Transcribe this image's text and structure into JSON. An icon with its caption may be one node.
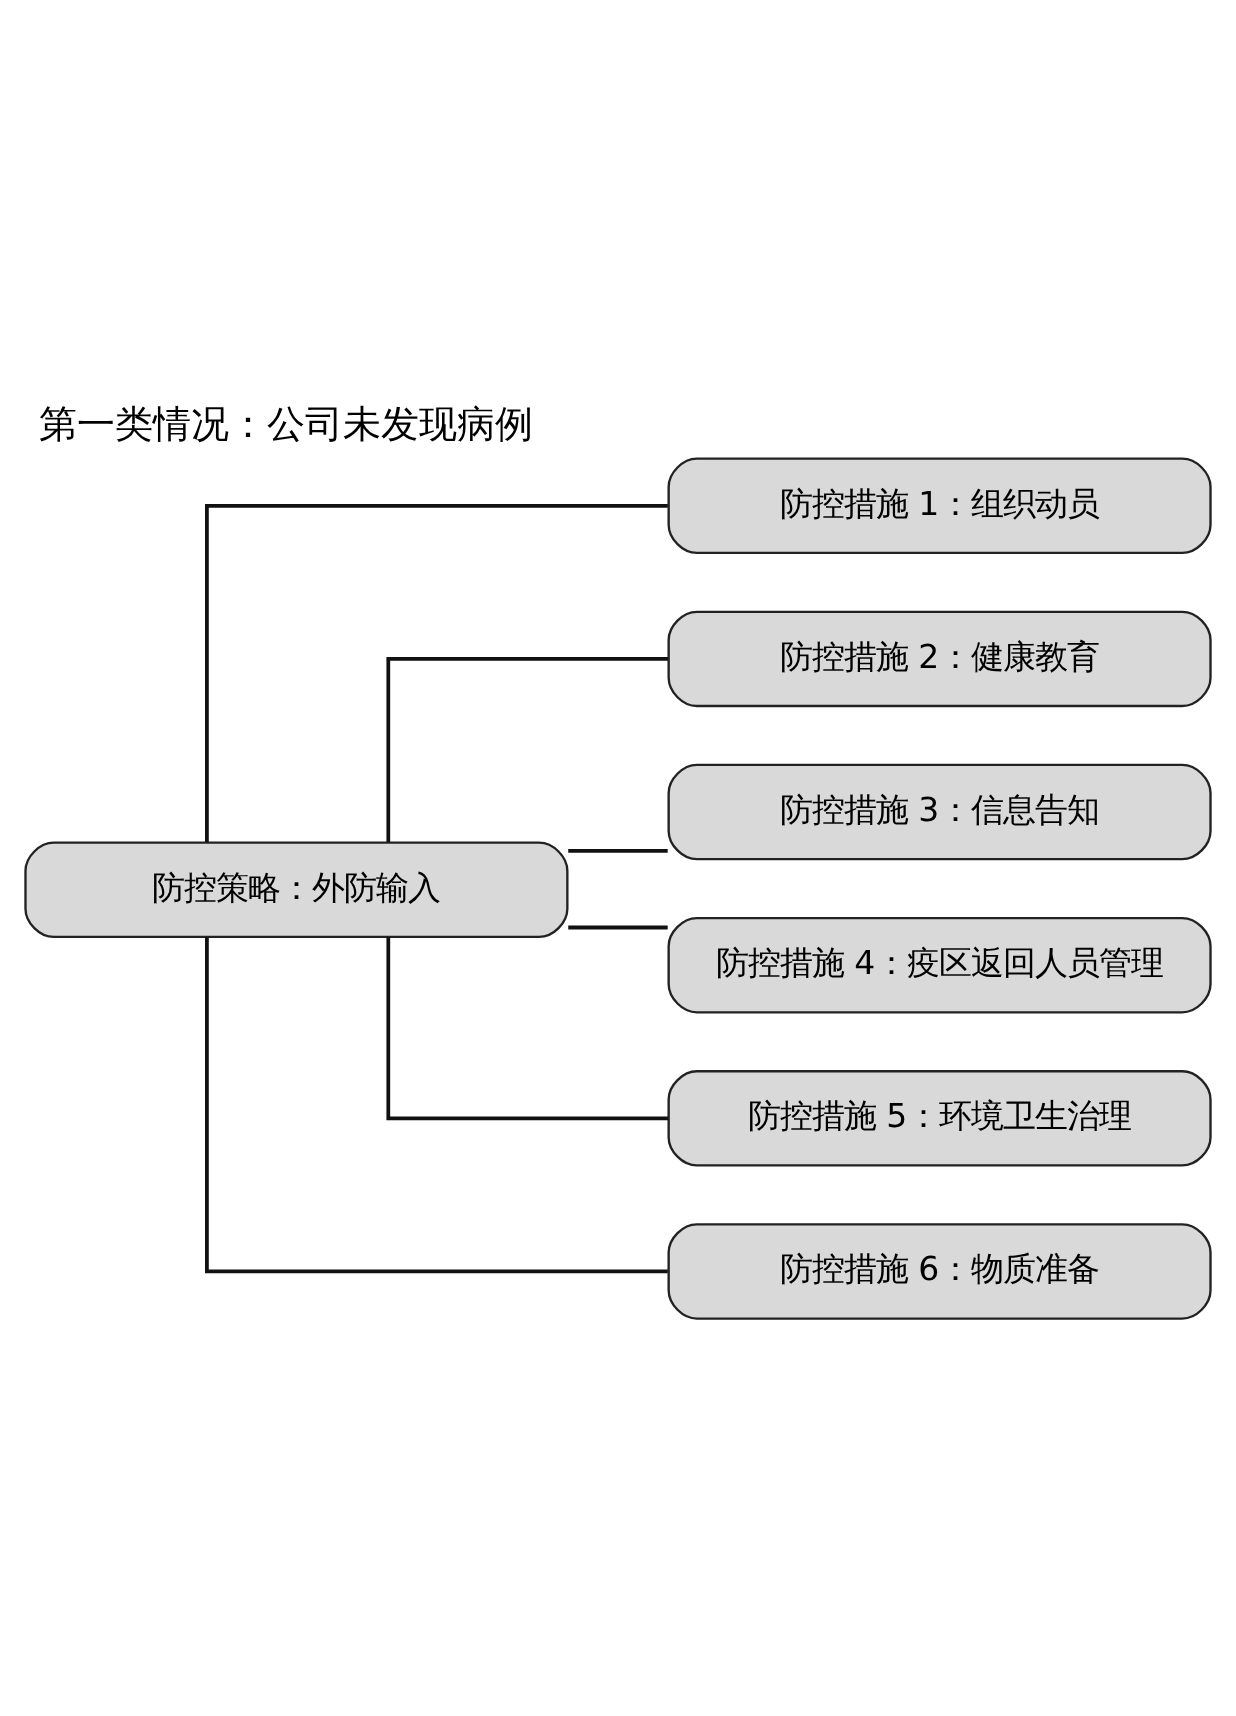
{
  "diagram": {
    "title": "第一类情况：公司未发现病例",
    "nodes": [
      {
        "text": [
          "防控策略：外防输入"
        ]
      },
      {
        "text": [
          "防控措施 1：组织动员"
        ]
      },
      {
        "text": [
          "防控措施 2：健康教育"
        ]
      },
      {
        "text": [
          "防控措施 3：信息告知"
        ]
      },
      {
        "text": [
          "防控措施 4：疫区返回人员管理"
        ]
      },
      {
        "text": [
          "防控措施 5：环境卫生治理"
        ]
      },
      {
        "text": [
          "防控措施 6：物质准备"
        ]
      }
    ],
    "edges": [
      {
        "from": 0,
        "to": 1,
        "arrow": "none"
      },
      {
        "from": 0,
        "to": 2,
        "arrow": "none"
      },
      {
        "from": 0,
        "to": 3,
        "arrow": "none"
      },
      {
        "from": 0,
        "to": 4,
        "arrow": "none"
      },
      {
        "from": 0,
        "to": 5,
        "arrow": "none"
      },
      {
        "from": 0,
        "to": 6,
        "arrow": "none"
      }
    ]
  }
}
